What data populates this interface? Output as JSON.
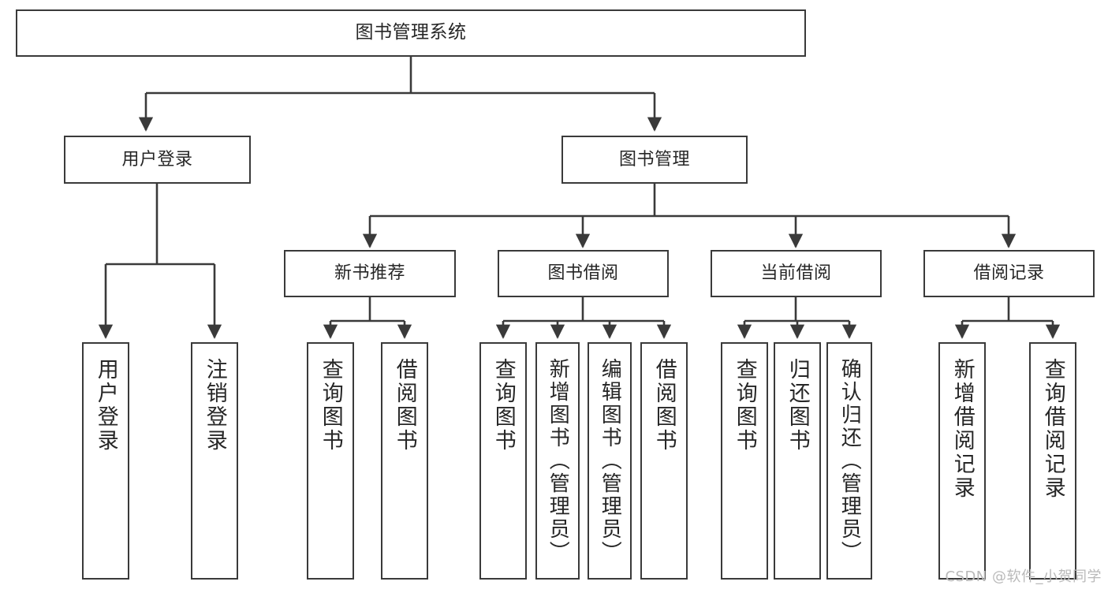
{
  "diagram": {
    "title": "图书管理系统",
    "type": "tree-hierarchy",
    "root": {
      "label": "图书管理系统"
    },
    "level2": [
      {
        "label": "用户登录"
      },
      {
        "label": "图书管理"
      }
    ],
    "level3": [
      {
        "label": "新书推荐"
      },
      {
        "label": "图书借阅"
      },
      {
        "label": "当前借阅"
      },
      {
        "label": "借阅记录"
      }
    ],
    "leaves": {
      "user_login": [
        {
          "label": "用户登录"
        },
        {
          "label": "注销登录"
        }
      ],
      "new_book_recommend": [
        {
          "label": "查询图书"
        },
        {
          "label": "借阅图书"
        }
      ],
      "book_borrow": [
        {
          "label": "查询图书"
        },
        {
          "label": "新增图书（管理员）"
        },
        {
          "label": "编辑图书（管理员）"
        },
        {
          "label": "借阅图书"
        }
      ],
      "current_borrow": [
        {
          "label": "查询图书"
        },
        {
          "label": "归还图书"
        },
        {
          "label": "确认归还（管理员）"
        }
      ],
      "borrow_record": [
        {
          "label": "新增借阅记录"
        },
        {
          "label": "查询借阅记录"
        }
      ]
    }
  },
  "watermark": {
    "text": "CSDN @软件_小贺同学"
  },
  "colors": {
    "border": "#3a3a3a",
    "text": "#262626",
    "background": "#ffffff",
    "watermark": "#b9b9b9"
  }
}
